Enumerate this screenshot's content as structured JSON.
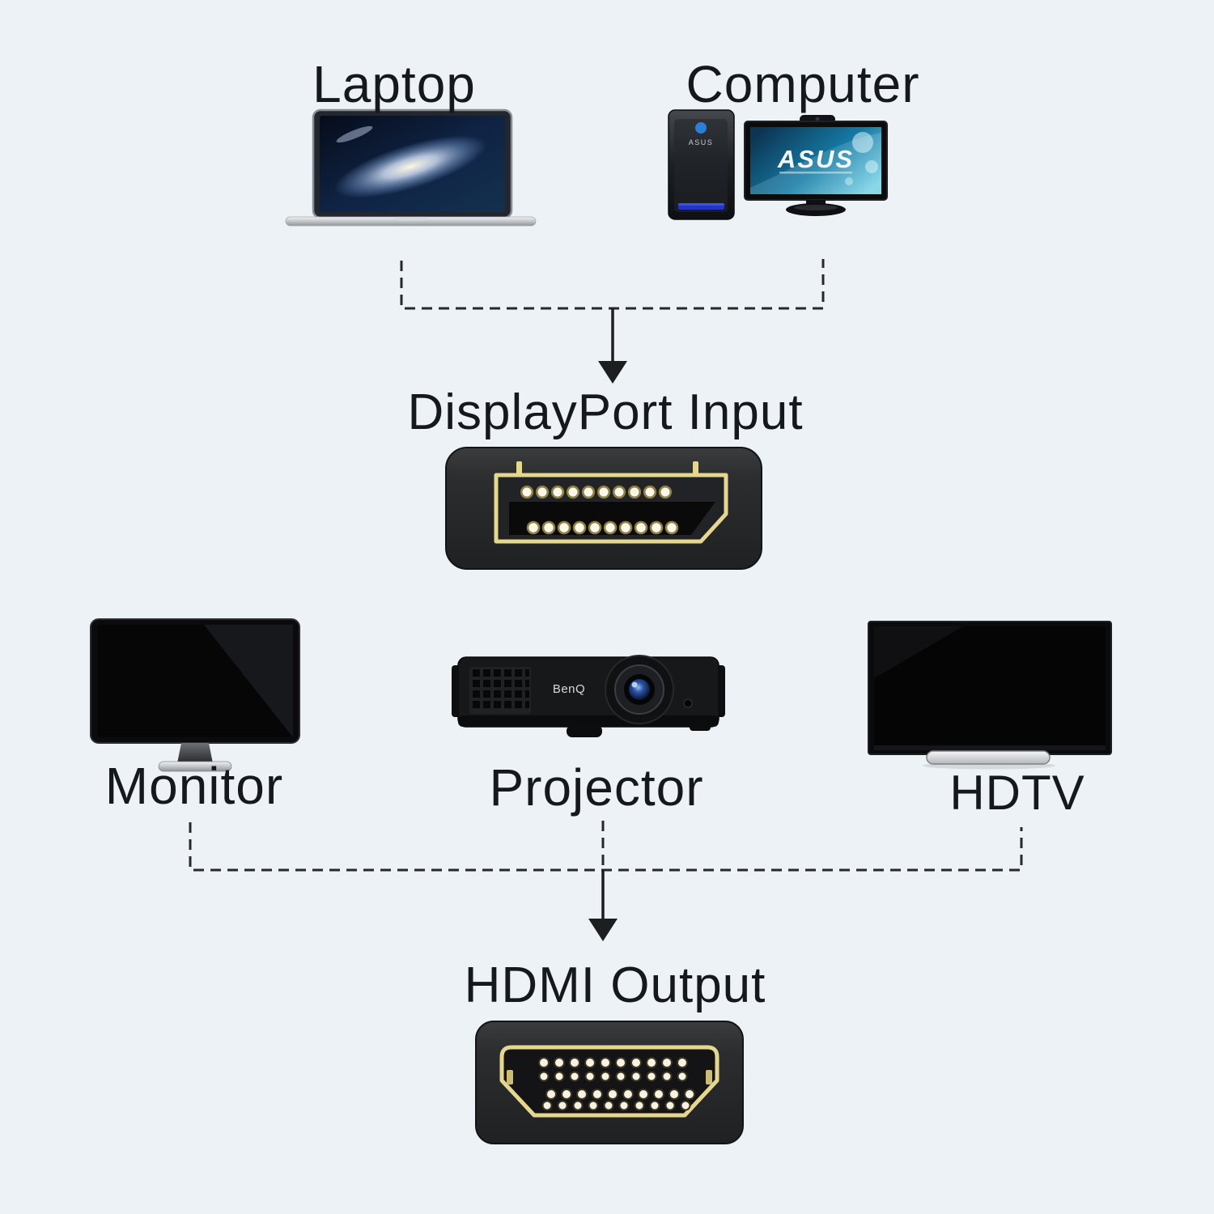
{
  "labels": {
    "laptop": "Laptop",
    "computer": "Computer",
    "displayport_input": "DisplayPort Input",
    "monitor": "Monitor",
    "projector": "Projector",
    "hdtv": "HDTV",
    "hdmi_output": "HDMI Output"
  },
  "brand_text": {
    "computer_screen": "ASUS",
    "computer_tower": "ASUS",
    "projector": "BenQ"
  },
  "colors": {
    "background": "#edf2f6",
    "label_text": "#15181c",
    "connector_gold": "#e6d78f",
    "connector_body": "#2b2d2e",
    "flow_line": "#26282a"
  }
}
